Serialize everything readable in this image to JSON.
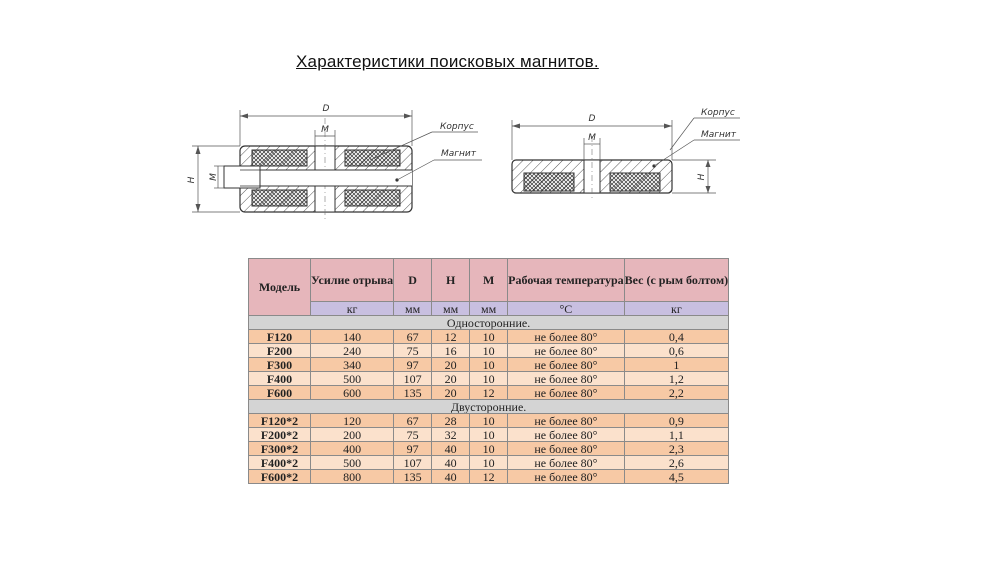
{
  "title": "Характеристики поисковых магнитов.",
  "drawing_labels": {
    "d": "D",
    "m": "M",
    "h": "H",
    "body": "Корпус",
    "magnet": "Магнит"
  },
  "table": {
    "headers": {
      "model": "Модель",
      "force": "Усилие отрыва",
      "d": "D",
      "h": "H",
      "m": "M",
      "temp": "Рабочая температура",
      "weight": "Вес (с рым болтом)"
    },
    "units": [
      "кг",
      "мм",
      "мм",
      "мм",
      "°С",
      "кг"
    ],
    "sections": [
      {
        "title": "Односторонние.",
        "rows": [
          {
            "model": "F120",
            "force": "140",
            "d": "67",
            "h": "12",
            "m": "10",
            "temp": "не более 80°",
            "weight": "0,4"
          },
          {
            "model": "F200",
            "force": "240",
            "d": "75",
            "h": "16",
            "m": "10",
            "temp": "не более 80°",
            "weight": "0,6"
          },
          {
            "model": "F300",
            "force": "340",
            "d": "97",
            "h": "20",
            "m": "10",
            "temp": "не более 80°",
            "weight": "1"
          },
          {
            "model": "F400",
            "force": "500",
            "d": "107",
            "h": "20",
            "m": "10",
            "temp": "не более 80°",
            "weight": "1,2"
          },
          {
            "model": "F600",
            "force": "600",
            "d": "135",
            "h": "20",
            "m": "12",
            "temp": "не более 80°",
            "weight": "2,2"
          }
        ]
      },
      {
        "title": "Двусторонние.",
        "rows": [
          {
            "model": "F120*2",
            "force": "120",
            "d": "67",
            "h": "28",
            "m": "10",
            "temp": "не более 80°",
            "weight": "0,9"
          },
          {
            "model": "F200*2",
            "force": "200",
            "d": "75",
            "h": "32",
            "m": "10",
            "temp": "не более 80°",
            "weight": "1,1"
          },
          {
            "model": "F300*2",
            "force": "400",
            "d": "97",
            "h": "40",
            "m": "10",
            "temp": "не более 80°",
            "weight": "2,3"
          },
          {
            "model": "F400*2",
            "force": "500",
            "d": "107",
            "h": "40",
            "m": "10",
            "temp": "не более 80°",
            "weight": "2,6"
          },
          {
            "model": "F600*2",
            "force": "800",
            "d": "135",
            "h": "40",
            "m": "12",
            "temp": "не более 80°",
            "weight": "4,5"
          }
        ]
      }
    ],
    "colors": {
      "header": "#e6b6bb",
      "units": "#c8bfe0",
      "section": "#d4d4d4",
      "row_a": "#f7c9a5",
      "row_b": "#fbe1cc"
    }
  }
}
